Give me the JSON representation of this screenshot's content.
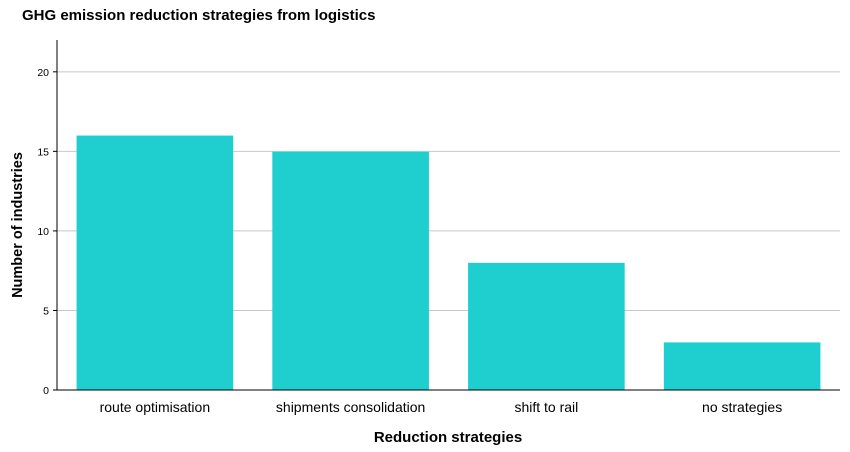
{
  "chart_data": {
    "type": "bar",
    "title": "GHG emission reduction strategies from logistics",
    "xlabel": "Reduction strategies",
    "ylabel": "Number of industries",
    "categories": [
      "route optimisation",
      "shipments consolidation",
      "shift to rail",
      "no strategies"
    ],
    "values": [
      16,
      15,
      8,
      3
    ],
    "ylim": [
      0,
      22
    ],
    "yticks": [
      "0",
      "5",
      "10",
      "15",
      "20"
    ],
    "grid": true,
    "bar_color": "#1fcfcf",
    "grid_color": "#c8c8c8"
  }
}
